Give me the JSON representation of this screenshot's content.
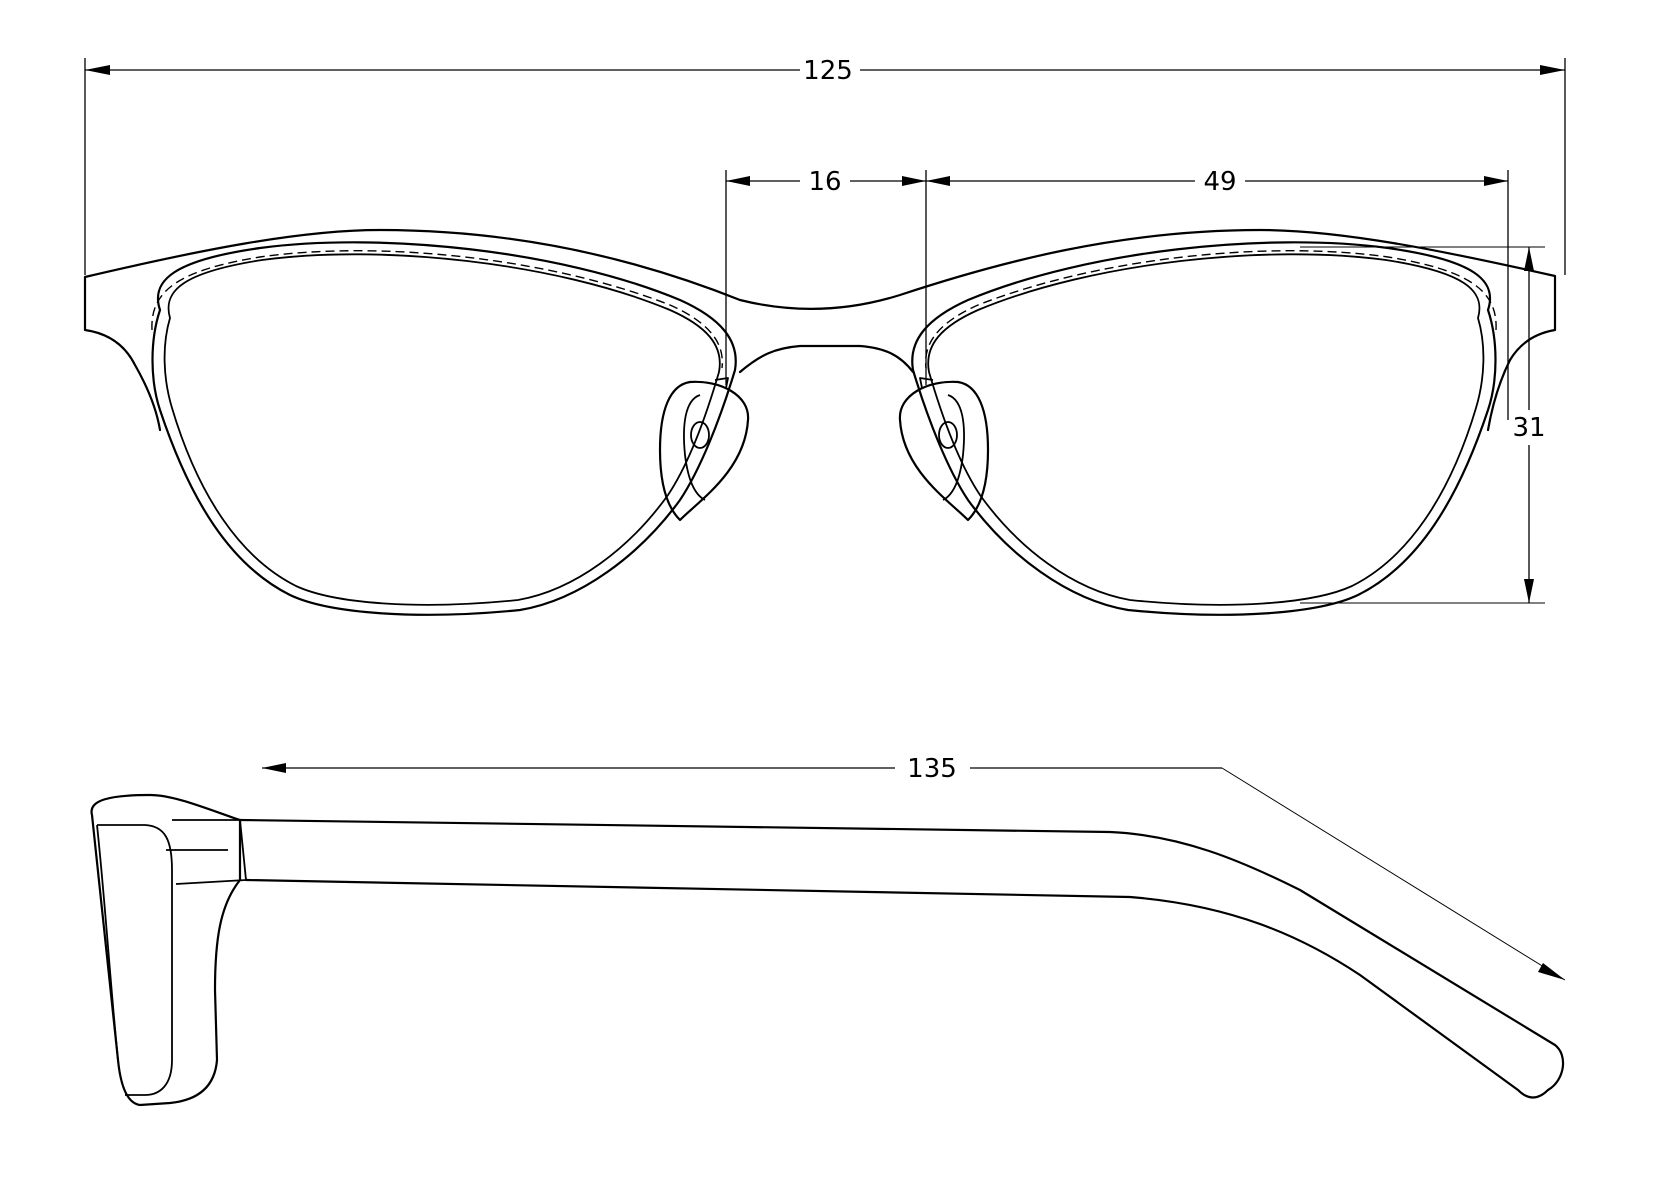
{
  "dimensions": {
    "total_frame_width": "125",
    "bridge_width": "16",
    "lens_width": "49",
    "lens_height": "31",
    "temple_length": "135"
  }
}
